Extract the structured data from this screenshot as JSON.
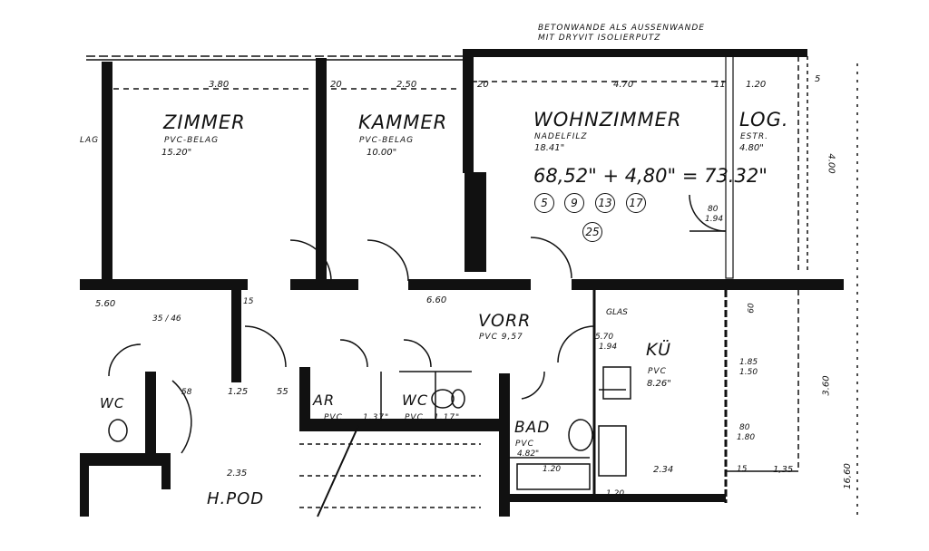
{
  "note": [
    "BETONWANDE ALS AUSSENWANDE",
    "MIT DRYVIT ISOLIERPUTZ"
  ],
  "rooms": {
    "zimmer": {
      "name": "ZIMMER",
      "floor": "PVC-BELAG",
      "area": "15.20\""
    },
    "kammer": {
      "name": "KAMMER",
      "floor": "PVC-BELAG",
      "area": "10.00\""
    },
    "wohnzimmer": {
      "name": "WOHNZIMMER",
      "floor": "NADELFILZ",
      "area": "18.41\""
    },
    "loggia": {
      "name": "LOG.",
      "floor": "ESTR.",
      "area": "4.80\""
    },
    "vorraum": {
      "name": "VORR",
      "floor": "PVC 9,57"
    },
    "kueche": {
      "name": "KÜ",
      "floor": "PVC",
      "area": "8.26\""
    },
    "bad": {
      "name": "BAD",
      "floor": "PVC",
      "area": "4.82\""
    },
    "abstellraum": {
      "name": "AR",
      "floor": "PVC",
      "area": "1.37\""
    },
    "wc": {
      "name": "WC",
      "floor": "PVC",
      "area": "1.17\""
    },
    "wc_left": {
      "name": "WC"
    },
    "podest": {
      "name": "H.POD"
    },
    "left_edge": {
      "name": "LAG"
    }
  },
  "total_area": "68,52\" + 4,80\" = 73.32\"",
  "unit_numbers": [
    "5",
    "9",
    "13",
    "17",
    "25"
  ],
  "dimensions": {
    "zimmer_width": "3.80",
    "kammer_width": "2.50",
    "wohn_width": "4.70",
    "log_width": "1.20",
    "wall_20a": "20",
    "wall_20b": "20",
    "wall_11": "11",
    "wall_5": "5",
    "height_4_00": "4.00",
    "door_80": "80",
    "door_194": "1.94",
    "corr_5_60": "5.60",
    "corr_6_60": "6.60",
    "glas": "GLAS",
    "window_570": "5.70",
    "window_194": "1.94",
    "kue_width": "2.34",
    "bad_width": "1.20",
    "right_1_35": "1,35",
    "right_15": "15",
    "right_185": "1.85",
    "right_150": "1.50",
    "right_80": "80",
    "right_180": "1.80",
    "right_360": "3.60",
    "right_16_60": "16,60",
    "stair_2_35": "2.35",
    "left_125": "1.25",
    "left_55": "55",
    "left_58": "58",
    "left_15": "15",
    "left_35": "35 / 46",
    "bottom_120": "1.20",
    "right_60": "60"
  },
  "colors": {
    "ink": "#111111",
    "paper": "#ffffff"
  }
}
